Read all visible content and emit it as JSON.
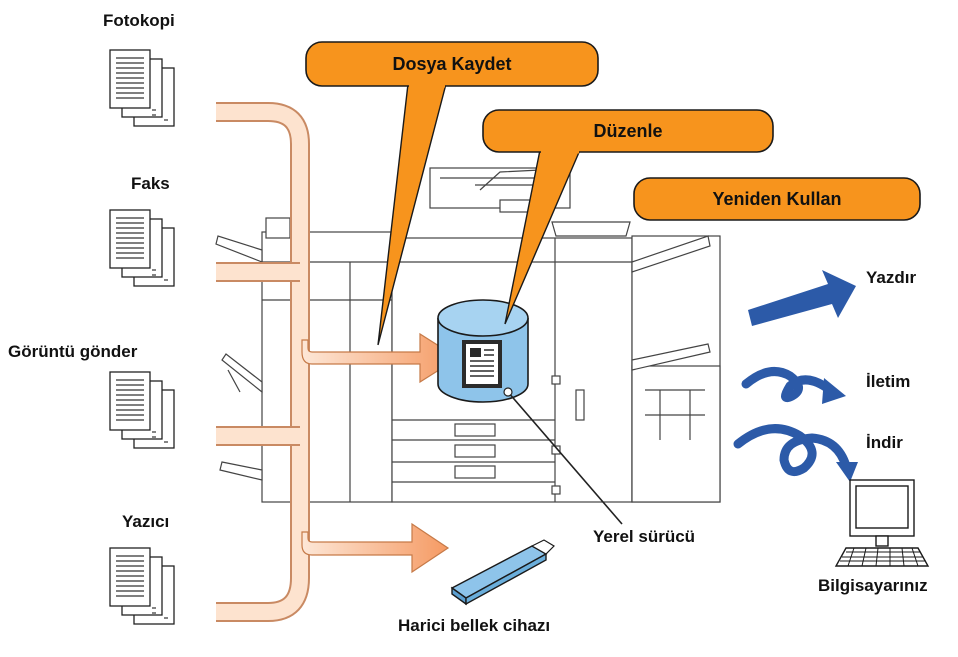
{
  "sources": {
    "copy": "Fotokopi",
    "fax": "Faks",
    "image_send": "Görüntü gönder",
    "printer": "Yazıcı"
  },
  "callouts": {
    "file_save": "Dosya Kaydet",
    "edit": "Düzenle",
    "reuse": "Yeniden Kullan"
  },
  "outputs": {
    "print": "Yazdır",
    "transfer": "İletim",
    "download": "İndir",
    "computer": "Bilgisayarınız"
  },
  "storage": {
    "local_drive": "Yerel sürücü",
    "external_memory": "Harici bellek cihazı"
  },
  "colors": {
    "callout_fill": "#f7941d",
    "flow_arrow": "#f9c9a8",
    "blue_arrow": "#2c5aa8",
    "drive_fill": "#8ec4ea",
    "usb_fill": "#8ec4ea"
  }
}
